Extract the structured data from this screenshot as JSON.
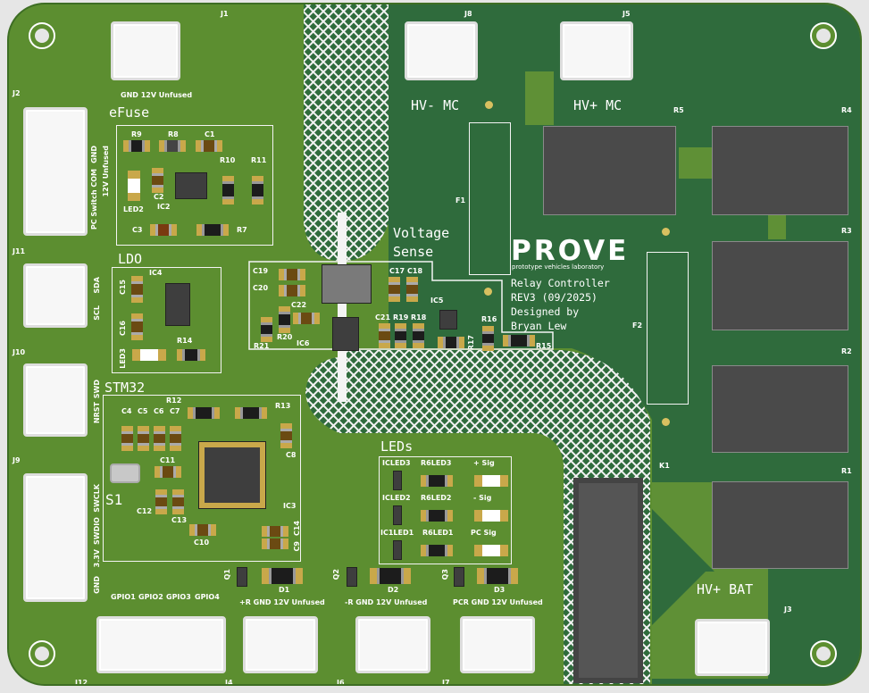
{
  "board": {
    "logo": "PROVE",
    "logo_sub": "prototype vehicles laboratory",
    "info": [
      "Relay Controller",
      "REV3 (09/2025)",
      "Designed by",
      "Bryan Lew"
    ],
    "colors": {
      "board_light": "#5c8e30",
      "board_dark": "#2f6b3c",
      "component": "#474747",
      "silk": "#ffffff",
      "pad": "#c9a84a"
    }
  },
  "sections": {
    "efuse": "eFuse",
    "ldo": "LDO",
    "voltage_sense": [
      "Voltage",
      "Sense"
    ],
    "stm32": "STM32",
    "leds": "LEDs"
  },
  "connectors": {
    "J1": {
      "ref": "J1",
      "pins": "GND 12V Unfused"
    },
    "J2": {
      "ref": "J2",
      "pins": [
        "GND",
        "12V Unfused",
        "PC Switch COM"
      ]
    },
    "J3": {
      "ref": "J3",
      "label": "HV+ BAT"
    },
    "J4": {
      "ref": "J4",
      "pins": "+R GND 12V Unfused"
    },
    "J5": {
      "ref": "J5",
      "label": "HV+ MC"
    },
    "J6": {
      "ref": "J6",
      "pins": "-R GND 12V Unfused"
    },
    "J7": {
      "ref": "J7",
      "pins": "PCR GND 12V Unfused"
    },
    "J8": {
      "ref": "J8",
      "label": "HV- MC"
    },
    "J9": {
      "ref": "J9",
      "pins": [
        "SWCLK",
        "SWDIO",
        "3.3V",
        "GND"
      ]
    },
    "J10": {
      "ref": "J10",
      "pins": [
        "NRST",
        "SWD"
      ]
    },
    "J11": {
      "ref": "J11",
      "pins": [
        "SDA",
        "SCL"
      ]
    },
    "J12": {
      "ref": "J12",
      "pins": [
        "GPIO1",
        "GPIO2",
        "GPIO3",
        "GPIO4"
      ]
    }
  },
  "power": {
    "R1": "R1",
    "R2": "R2",
    "R3": "R3",
    "R4": "R4",
    "R5": "R5",
    "F1": "F1",
    "F2": "F2",
    "K1": "K1"
  },
  "refs": {
    "R9": "R9",
    "R8": "R8",
    "C1": "C1",
    "R10": "R10",
    "R11": "R11",
    "C2": "C2",
    "IC2": "IC2",
    "LED2": "LED2",
    "C3": "C3",
    "R7": "R7",
    "IC4": "IC4",
    "C15": "C15",
    "C16": "C16",
    "LED3": "LED3",
    "R14": "R14",
    "C19": "C19",
    "C20": "C20",
    "C22": "C22",
    "R21": "R21",
    "R20": "R20",
    "IC6": "IC6",
    "C17": "C17",
    "C18": "C18",
    "IC5": "IC5",
    "C21": "C21",
    "R19": "R19",
    "R18": "R18",
    "R16": "R16",
    "R17": "R17",
    "R15": "R15",
    "C4": "C4",
    "C5": "C5",
    "C6": "C6",
    "C7": "C7",
    "R12": "R12",
    "R13": "R13",
    "C8": "C8",
    "C11": "C11",
    "S1": "S1",
    "C12": "C12",
    "C13": "C13",
    "C10": "C10",
    "IC3": "IC3",
    "C14": "C14",
    "C9": "C9",
    "Q1": "Q1",
    "Q2": "Q2",
    "Q3": "Q3",
    "D1": "D1",
    "D2": "D2",
    "D3": "D3"
  },
  "leds": {
    "rows": [
      {
        "ic": "ICLED3",
        "res": "R6LED3",
        "sig": "+ Sig"
      },
      {
        "ic": "ICLED2",
        "res": "R6LED2",
        "sig": "- Sig"
      },
      {
        "ic": "IC1LED1",
        "res": "R6LED1",
        "sig": "PC Sig"
      }
    ]
  }
}
